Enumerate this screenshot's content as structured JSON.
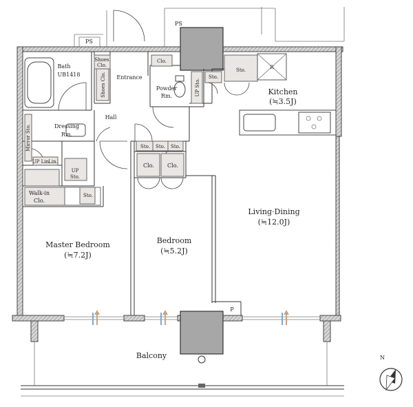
{
  "rooms": {
    "bath": "Bath",
    "bath_model": "UB1418",
    "shoes_clo_top_1": "Shoes",
    "shoes_clo_top_2": "Clo.",
    "shoes_clo_side": "Shoes Clo.",
    "entrance": "Entrance",
    "clo_entrance": "Clo.",
    "powder_1": "Powder",
    "powder_2": "Rm.",
    "up_sto_powder": "UP Sto.",
    "sto_kitchen_1": "Sto.",
    "sto_kitchen_2": "Sto.",
    "kitchen": "Kitchen",
    "kitchen_size": "(≒3.5J)",
    "fridge_mark": "R",
    "hall": "Hall",
    "dressing_1": "Dressing",
    "dressing_2": "Rm.",
    "mirror_sto": "Mirror Sto.",
    "up_lin": "UP Lin.",
    "lin": "Lin.",
    "up_sto_1": "UP",
    "up_sto_2": "Sto.",
    "walk_in_1": "Walk-in",
    "walk_in_2": "Clo.",
    "sto_walkin": "Sto.",
    "sto_hall_1": "Sto.",
    "sto_hall_2": "Sto.",
    "sto_hall_3": "Sto.",
    "clo_bed_1": "Clo.",
    "clo_bed_2": "Clo.",
    "living_dining": "Living·Dining",
    "living_size": "(≒12.0J)",
    "master_bedroom": "Master Bedroom",
    "master_size": "(≒7.2J)",
    "bedroom": "Bedroom",
    "bedroom_size": "(≒5.2J)",
    "balcony": "Balcony",
    "ps_1": "PS",
    "ps_2": "PS",
    "p_mark": "P"
  },
  "compass": {
    "label": "N"
  },
  "colors": {
    "wall": "#bdbdbd",
    "storage": "#e9e6e3",
    "shaft": "#a7a7a7",
    "airflow_blue": "#7fa6c9",
    "airflow_tan": "#c9a37f"
  },
  "icons": {
    "compass": "compass-icon",
    "stove": "stove-icon",
    "sink": "sink-icon",
    "bathtub": "bathtub-icon",
    "ventilation": "ventilation-arrow-icon"
  }
}
